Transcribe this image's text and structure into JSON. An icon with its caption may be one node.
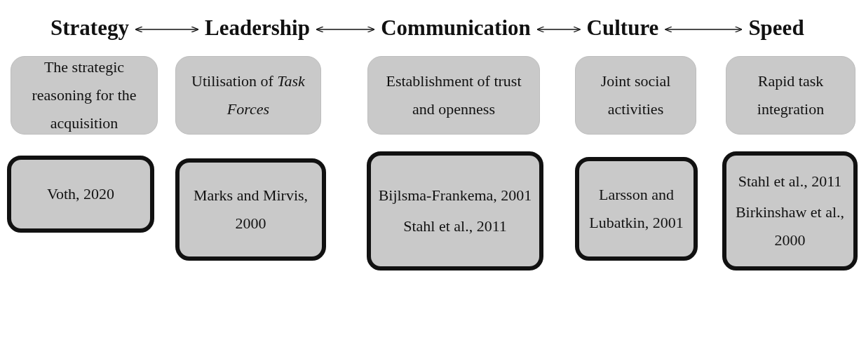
{
  "diagram": {
    "nodes": [
      {
        "text": [
          "Strategy"
        ]
      },
      {
        "text": [
          "Leadership"
        ]
      },
      {
        "text": [
          "Communication"
        ]
      },
      {
        "text": [
          "Culture"
        ]
      },
      {
        "text": [
          "Speed"
        ]
      },
      {
        "text": [
          "The strategic reasoning for the acquisition"
        ]
      },
      {
        "text": [
          "Utilisation of *Task Forces*"
        ]
      },
      {
        "text": [
          "Establishment of trust and openness"
        ]
      },
      {
        "text": [
          "Joint social activities"
        ]
      },
      {
        "text": [
          "Rapid task integration"
        ]
      },
      {
        "text": [
          "Voth, 2020"
        ]
      },
      {
        "text": [
          "Marks and Mirvis, 2000"
        ]
      },
      {
        "text": [
          "Bijlsma-Frankema, 2001",
          "Stahl et al., 2011"
        ]
      },
      {
        "text": [
          "Larsson and Lubatkin, 2001"
        ]
      },
      {
        "text": [
          "Stahl et al., 2011",
          "Birkinshaw et al., 2000"
        ]
      }
    ],
    "edges": [
      {
        "from": 0,
        "to": 1,
        "arrow": "both"
      },
      {
        "from": 1,
        "to": 2,
        "arrow": "both"
      },
      {
        "from": 2,
        "to": 3,
        "arrow": "both"
      },
      {
        "from": 3,
        "to": 4,
        "arrow": "both"
      }
    ]
  }
}
